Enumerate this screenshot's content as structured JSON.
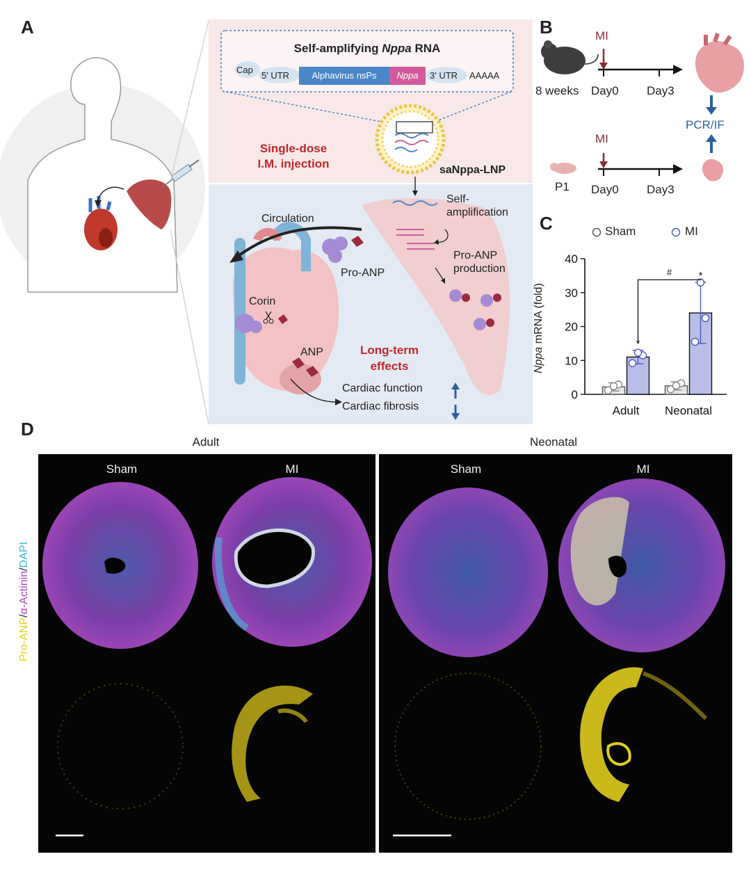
{
  "panels": {
    "a": "A",
    "b": "B",
    "c": "C",
    "d": "D"
  },
  "panel_a": {
    "construct_title_pre": "Self-amplifying ",
    "construct_title_italic": "Nppa",
    "construct_title_post": " RNA",
    "construct": {
      "cap": "Cap",
      "utr5": "5' UTR",
      "nsps": "Alphavirus nsPs",
      "gene": "Nppa",
      "utr3": "3' UTR",
      "polyA": "AAAAA"
    },
    "injection_line1": "Single-dose",
    "injection_line2": "I.M. injection",
    "lnp_label": "saNppa-LNP",
    "self_amp_line1": "Self-",
    "self_amp_line2": "amplification",
    "circulation": "Circulation",
    "pro_anp_prod_line1": "Pro-ANP",
    "pro_anp_prod_line2": "production",
    "pro_anp": "Pro-ANP",
    "corin": "Corin",
    "anp": "ANP",
    "long_term_line1": "Long-term",
    "long_term_line2": "effects",
    "effect1": "Cardiac function",
    "effect2": "Cardiac fibrosis",
    "colors": {
      "accent_red": "#c0282d",
      "accent_blue": "#2b5f9e",
      "nsps_blue": "#4a86c8",
      "nppa_pink": "#d35a9c"
    }
  },
  "panel_b": {
    "adult_age": "8 weeks",
    "neonate_age": "P1",
    "mi": "MI",
    "day0": "Day0",
    "day3": "Day3",
    "readout": "PCR/IF"
  },
  "panel_c": {
    "legend_sham": "Sham",
    "legend_mi": "MI",
    "ylabel_italic": "Nppa",
    "ylabel_rest": " mRNA (fold)",
    "hash": "#",
    "star": "*",
    "chart_data": {
      "type": "bar",
      "categories": [
        "Adult",
        "Neonatal"
      ],
      "ylabel": "Nppa mRNA (fold)",
      "ylim": [
        0,
        40
      ],
      "yticks": [
        "0",
        "10",
        "20",
        "30",
        "40"
      ],
      "legend": "top",
      "series": [
        {
          "name": "Sham",
          "values": [
            2.2,
            2.5
          ],
          "errors": [
            1.2,
            1.2
          ],
          "points": [
            [
              1.2,
              2.9,
              2.4
            ],
            [
              1.5,
              3.3,
              2.6
            ]
          ],
          "color": "#e6e6e6"
        },
        {
          "name": "MI",
          "values": [
            11,
            24
          ],
          "errors": [
            2,
            9
          ],
          "points": [
            [
              9.2,
              11.5,
              12.3
            ],
            [
              15.5,
              22.5,
              33
            ]
          ],
          "color": "#b8bee8"
        }
      ],
      "annotations": [
        "*",
        "*",
        "#"
      ]
    }
  },
  "panel_d": {
    "group_adult": "Adult",
    "group_neonatal": "Neonatal",
    "col_sham": "Sham",
    "col_mi": "MI",
    "stain_proanp": "Pro-ANP",
    "stain_slash1": "/",
    "stain_actinin": "α-Actinin",
    "stain_slash2": "/",
    "stain_dapi": "DAPI",
    "colors": {
      "proanp": "#e8d21e",
      "actinin": "#b044c4",
      "dapi": "#3fb6d8"
    }
  }
}
